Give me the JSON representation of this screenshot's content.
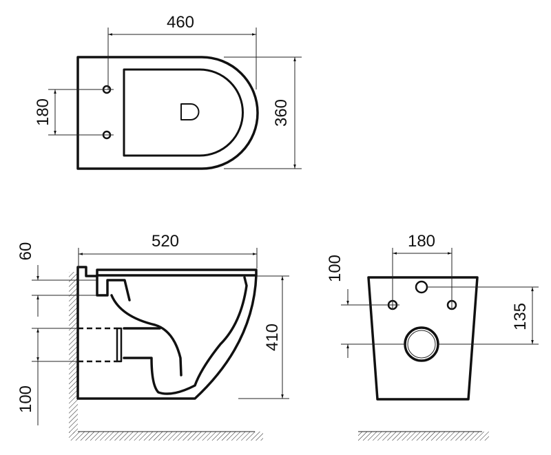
{
  "top_view": {
    "width_label": "460",
    "hole_spacing_label": "180",
    "depth_label": "360"
  },
  "side_view": {
    "length_label": "520",
    "top_offset_label": "60",
    "height_label": "410",
    "bottom_offset_label": "100"
  },
  "front_view": {
    "hole_spacing_label": "180",
    "top_offset_label": "100",
    "outlet_height_label": "135"
  }
}
